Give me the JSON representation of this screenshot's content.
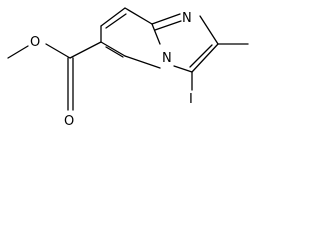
{
  "molecule": {
    "atoms": {
      "ester_oxygen": "O",
      "carbonyl_oxygen": "O",
      "bridgehead_nitrogen": "N",
      "imidazole_nitrogen": "N",
      "iodine": "I"
    }
  },
  "colors": {
    "bond": "#000000",
    "background": "#ffffff"
  }
}
